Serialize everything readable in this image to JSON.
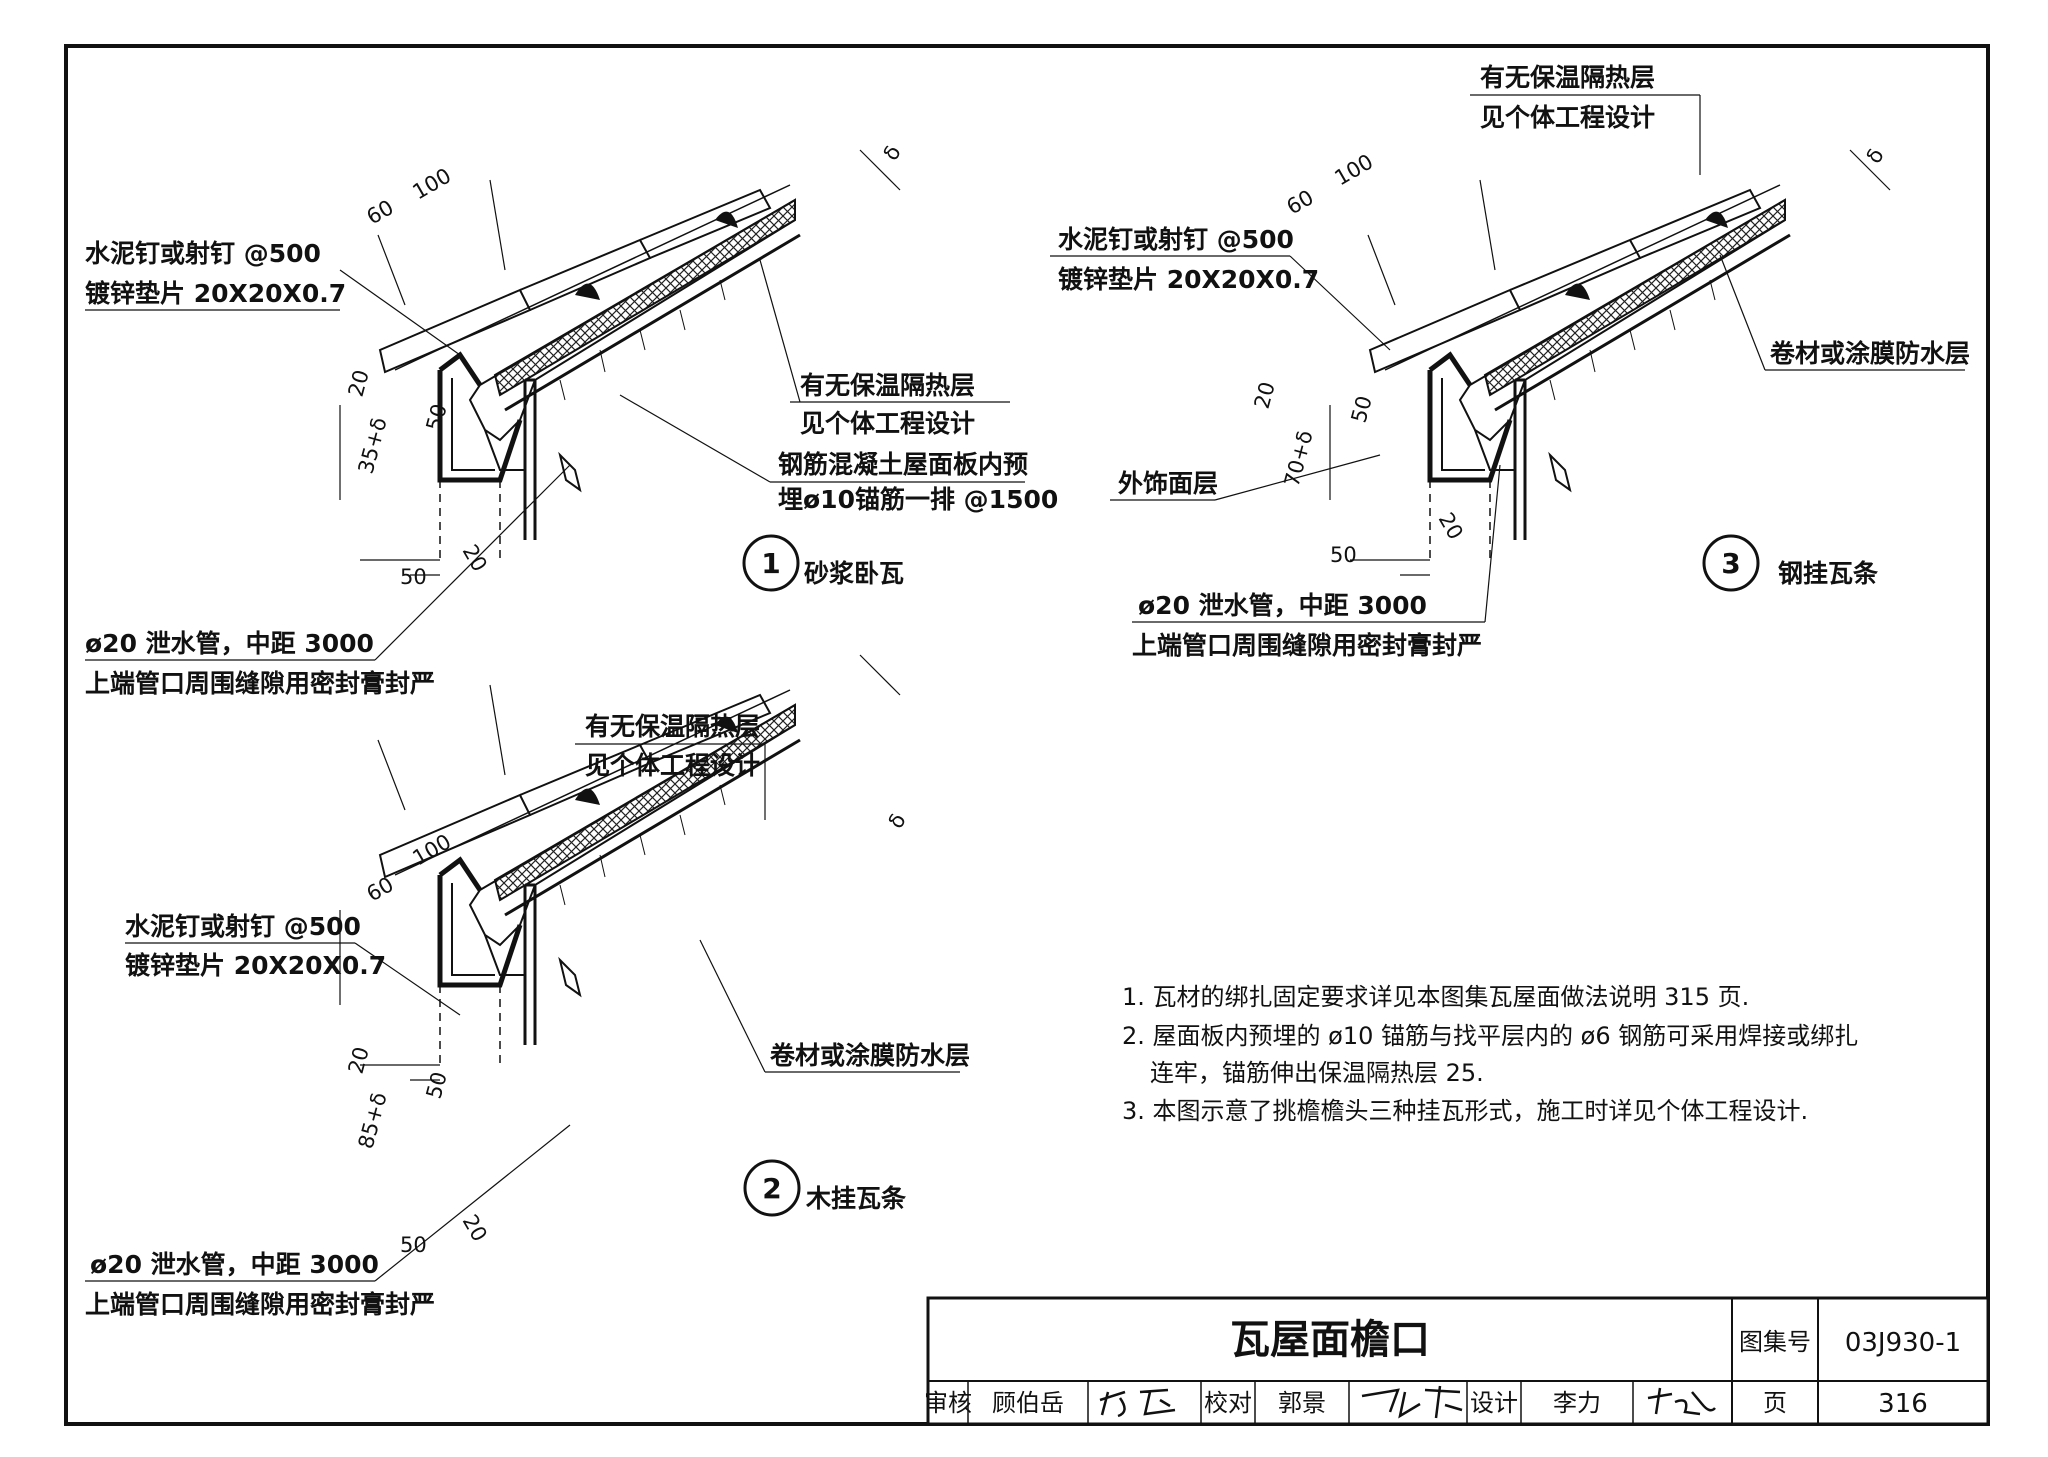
{
  "details": [
    {
      "number": "1",
      "caption": "砂浆卧瓦",
      "nail_label": "水泥钉或射钉 @500",
      "washer_label": "镀锌垫片 20X20X0.7",
      "layer_label_1": "有无保温隔热层",
      "layer_label_2": "见个体工程设计",
      "anchor_label_1": "钢筋混凝土屋面板内预",
      "anchor_label_2": "埋ø10锚筋一排 @1500",
      "drain_label_1": "ø20 泄水管，中距 3000",
      "drain_label_2": "上端管口周围缝隙用密封膏封严",
      "dims": [
        "60",
        "100",
        "δ",
        "20",
        "35+δ",
        "50",
        "20",
        "50"
      ]
    },
    {
      "number": "2",
      "caption": "木挂瓦条",
      "nail_label": "水泥钉或射钉 @500",
      "washer_label": "镀锌垫片 20X20X0.7",
      "layer_label_1": "有无保温隔热层",
      "layer_label_2": "见个体工程设计",
      "waterproof_label": "卷材或涂膜防水层",
      "drain_label_1": "ø20 泄水管，中距 3000",
      "drain_label_2": "上端管口周围缝隙用密封膏封严",
      "dims": [
        "60",
        "100",
        "δ",
        "20",
        "85+δ",
        "50",
        "20",
        "50"
      ]
    },
    {
      "number": "3",
      "caption": "钢挂瓦条",
      "nail_label": "水泥钉或射钉 @500",
      "washer_label": "镀锌垫片 20X20X0.7",
      "layer_label_1": "有无保温隔热层",
      "layer_label_2": "见个体工程设计",
      "waterproof_label": "卷材或涂膜防水层",
      "finish_label": "外饰面层",
      "drain_label_1": "ø20 泄水管，中距 3000",
      "drain_label_2": "上端管口周围缝隙用密封膏封严",
      "dims": [
        "60",
        "100",
        "δ",
        "20",
        "70+δ",
        "50",
        "20",
        "50"
      ]
    }
  ],
  "notes": [
    "1. 瓦材的绑扎固定要求详见本图集瓦屋面做法说明 315 页.",
    "2. 屋面板内预埋的 ø10 锚筋与找平层内的 ø6 钢筋可采用焊接或绑扎",
    "连牢，锚筋伸出保温隔热层 25.",
    "3. 本图示意了挑檐檐头三种挂瓦形式，施工时详见个体工程设计."
  ],
  "title_block": {
    "title": "瓦屋面檐口",
    "atlas_label": "图集号",
    "atlas_no": "03J930-1",
    "page_label": "页",
    "page_no": "316",
    "review_label": "审核",
    "reviewer": "顾伯岳",
    "check_label": "校对",
    "checker": "郭景",
    "design_label": "设计",
    "designer": "李力"
  }
}
